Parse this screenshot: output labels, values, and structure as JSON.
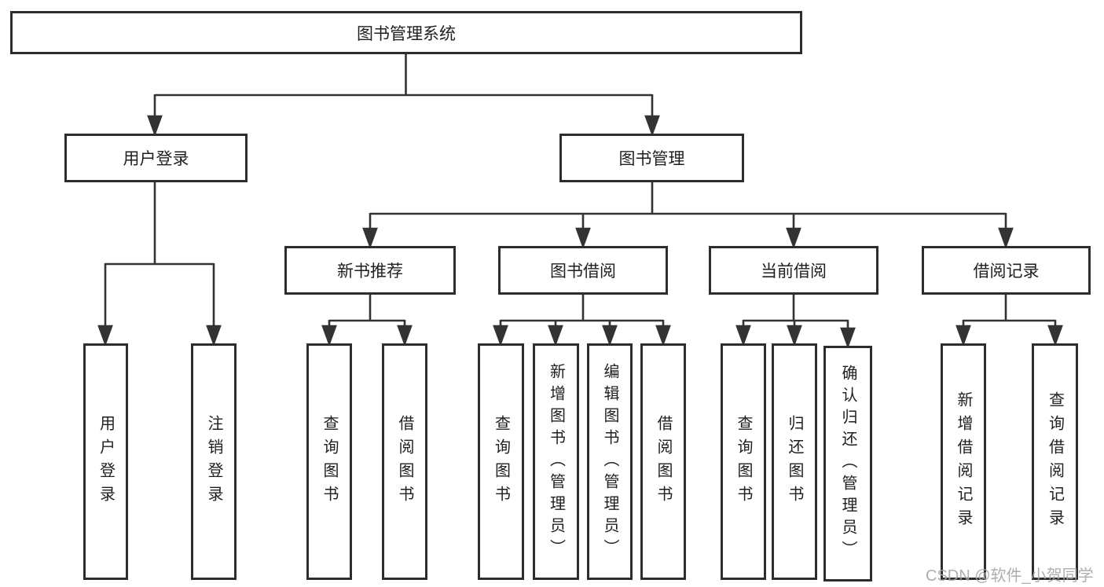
{
  "diagram": {
    "title": "图书管理系统",
    "root": {
      "label": "图书管理系统"
    },
    "level2": [
      {
        "label": "用户登录"
      },
      {
        "label": "图书管理"
      }
    ],
    "level3": [
      {
        "label": "新书推荐"
      },
      {
        "label": "图书借阅"
      },
      {
        "label": "当前借阅"
      },
      {
        "label": "借阅记录"
      }
    ],
    "leaves": {
      "user_login": [
        "用户登录",
        "注销登录"
      ],
      "new_books": [
        "查询图书",
        "借阅图书"
      ],
      "book_borrowing": [
        "查询图书",
        "新增图书（管理员）",
        "编辑图书（管理员）",
        "借阅图书"
      ],
      "current_borrowing": [
        "查询图书",
        "归还图书",
        "确认归还（管理员）"
      ],
      "borrowing_records": [
        "新增借阅记录",
        "查询借阅记录"
      ]
    }
  },
  "watermark": "CSDN @软件_小贺同学",
  "colors": {
    "line": "#333333",
    "border": "#2d2d2d",
    "text": "#1f1f1f",
    "watermark": "#a5a5a5",
    "background": "#ffffff"
  }
}
